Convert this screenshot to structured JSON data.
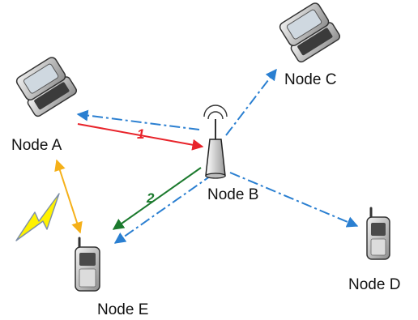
{
  "nodes": {
    "a": {
      "label": "Node A",
      "icon": "flip-phone-icon"
    },
    "b": {
      "label": "Node B",
      "icon": "cell-tower-icon"
    },
    "c": {
      "label": "Node C",
      "icon": "flip-phone-icon"
    },
    "d": {
      "label": "Node D",
      "icon": "mobile-phone-icon"
    },
    "e": {
      "label": "Node E",
      "icon": "mobile-phone-icon"
    }
  },
  "edges": {
    "a_to_b": {
      "label": "1",
      "color": "#e8232a"
    },
    "b_to_e": {
      "label": "2",
      "color": "#1c7a2e"
    },
    "broadcast": {
      "color": "#2a7fd1"
    },
    "a_e_link": {
      "color": "#f5b019"
    }
  },
  "icons": {
    "interference": "lightning-icon"
  }
}
